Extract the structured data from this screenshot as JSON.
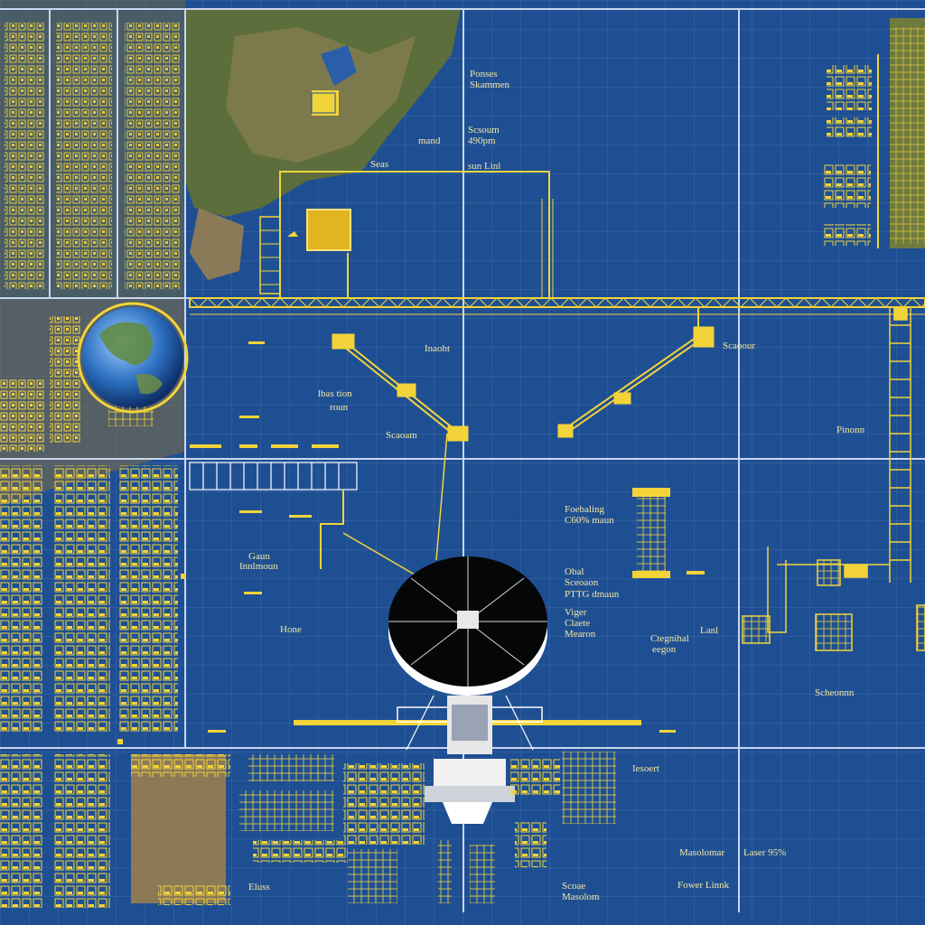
{
  "labels": {
    "top_a": "Ponses",
    "top_b": "Skammen",
    "mid_a": "mand",
    "mid_b": "Scsoum",
    "mid_c": "490pm",
    "mid_d": "Seas",
    "mid_e": "sun Linl",
    "arm_left": "Inaoht",
    "arm_right": "Scaoour",
    "left_a": "lbas tion",
    "left_b": "roun",
    "center_a": "Scaoam",
    "right_a": "Pinonn",
    "lower_a": "Gaun",
    "lower_b": "Innlmoun",
    "lower_c": "Hone",
    "dish_a": "Foebaling",
    "dish_b": "C60% maun",
    "dish_c": "Obal",
    "dish_d": "Sceoaon",
    "dish_e": "PTTG dmaun",
    "dish_f": "Viger",
    "dish_g": "Claete",
    "dish_h": "Mearon",
    "right_b": "Ctegnihal",
    "right_c": "eegon",
    "right_d": "Lanl",
    "right_e": "Scheonnn",
    "bot_a": "Iesoert",
    "bot_b": "Masolomar",
    "bot_c": "Laser 95%",
    "bot_d": "Fower Linnk",
    "bot_e": "Scoae",
    "bot_f": "Masolom",
    "bot_g": "Eluss"
  },
  "colors": {
    "background": "#1f4f93",
    "accent": "#f2d43a",
    "grid_line": "#b9c9e6",
    "label": "#f3e7a0"
  },
  "icons": {
    "globe": "globe-icon",
    "dish": "satellite-dish-icon",
    "satellite": "satellite-icon"
  }
}
